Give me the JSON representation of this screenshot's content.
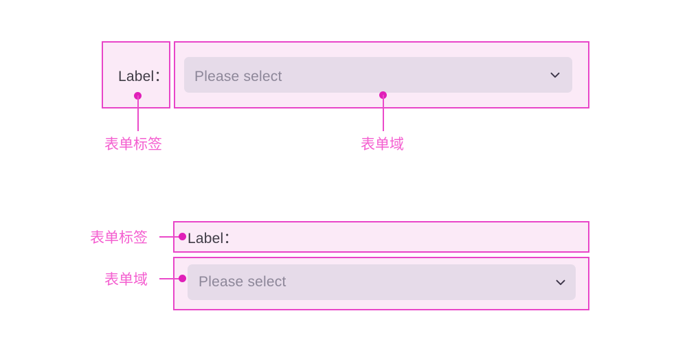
{
  "page": {
    "background_color": "#ffffff",
    "accent_color": "#e845c8",
    "box_fill_color": "#fbeaf7",
    "field_fill_color": "#e6dbe9",
    "caption_color": "#f45fd0",
    "text_color": "#3f3b45",
    "placeholder_color": "#8d8799"
  },
  "inline_example": {
    "label_box": {
      "label_text": "Label：",
      "caption": "表单标签"
    },
    "field_box": {
      "placeholder": "Please select",
      "dropdown_icon": "chevron-down-icon",
      "caption": "表单域"
    }
  },
  "stacked_example": {
    "label_box": {
      "label_text": "Label：",
      "caption": "表单标签"
    },
    "field_box": {
      "placeholder": "Please select",
      "dropdown_icon": "chevron-down-icon",
      "caption": "表单域"
    }
  }
}
